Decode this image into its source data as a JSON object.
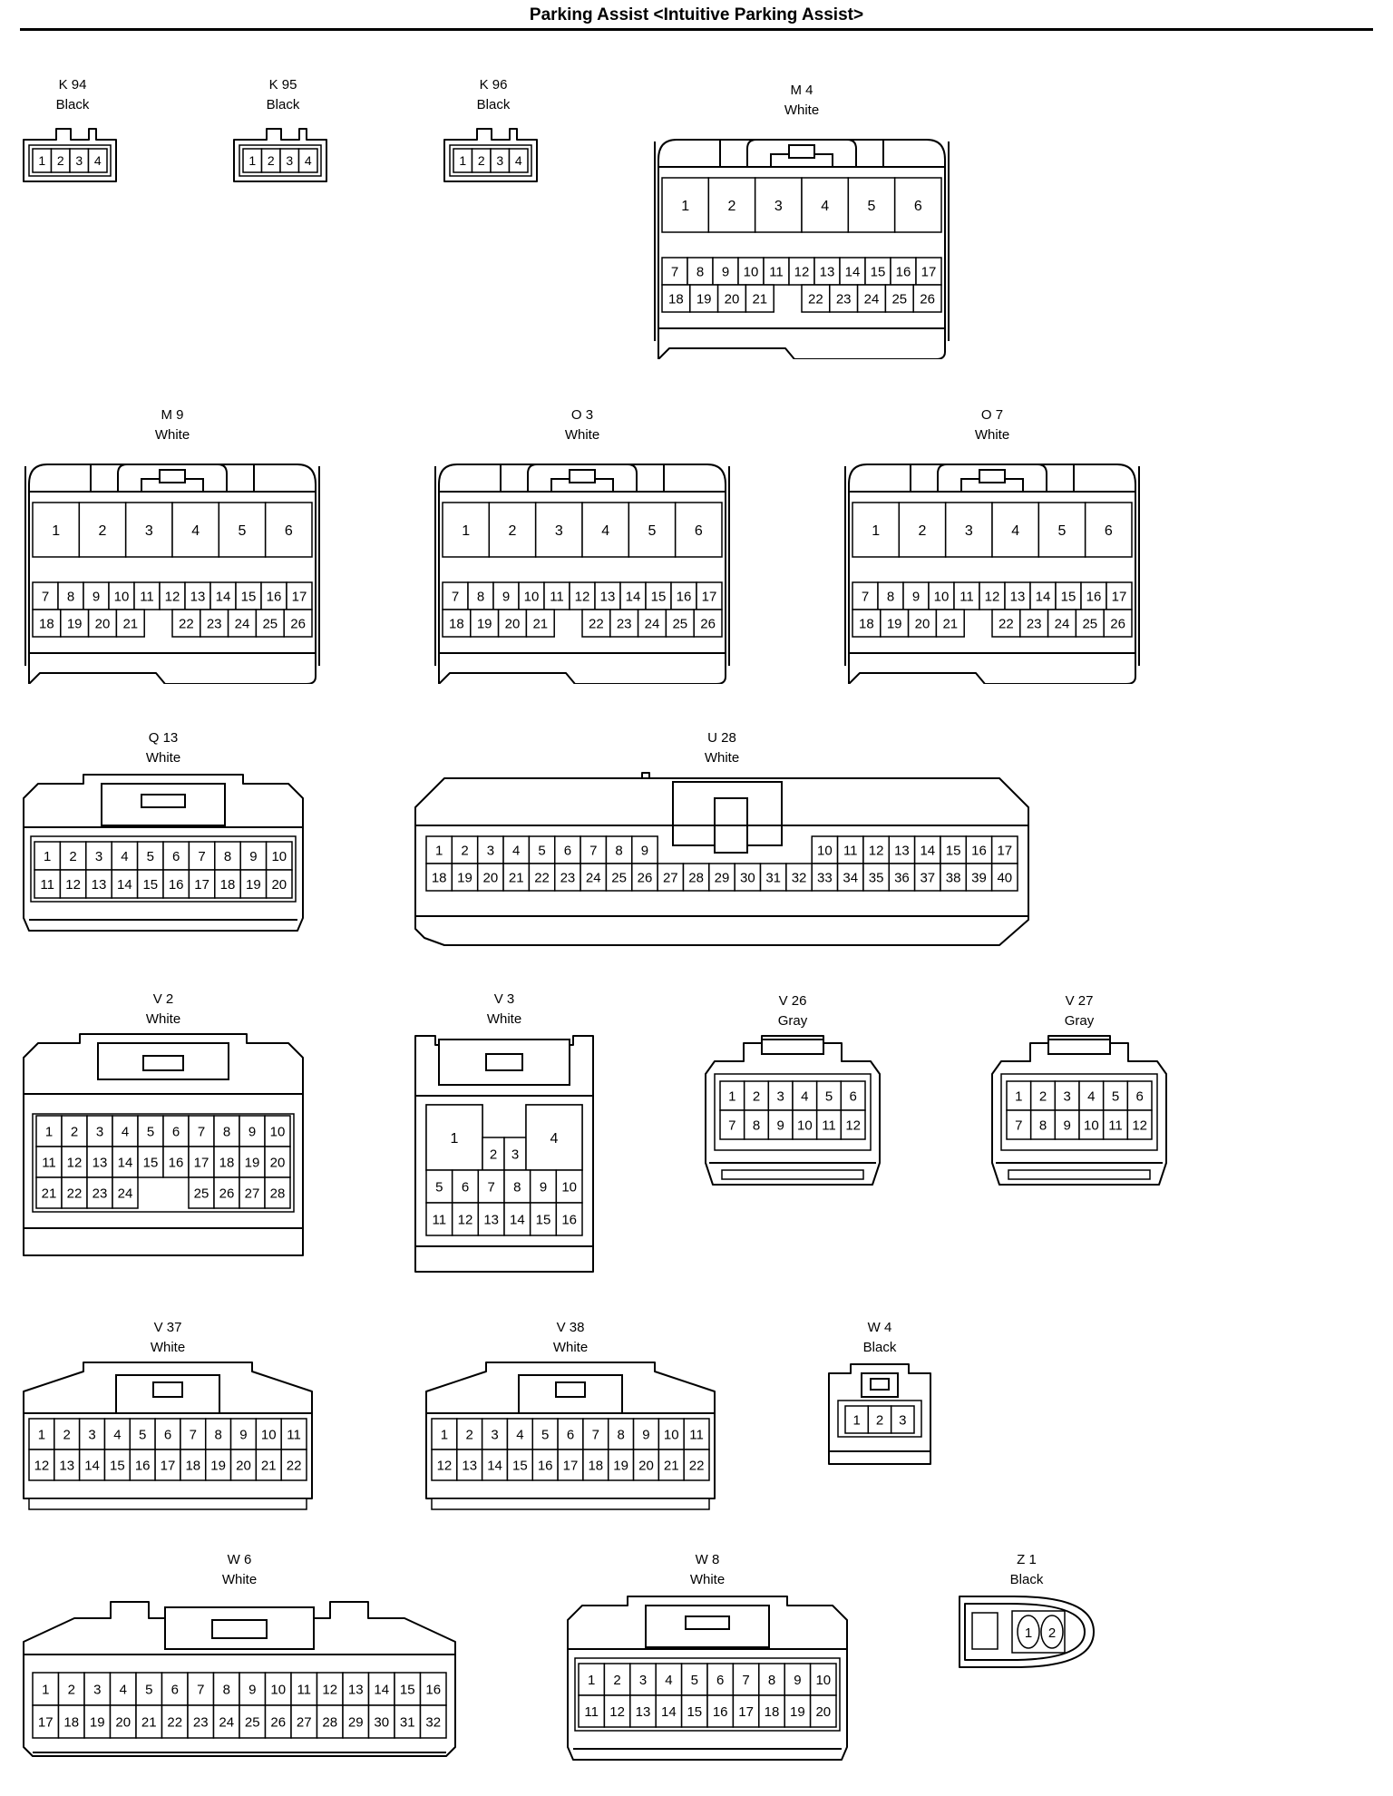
{
  "title": "Parking Assist <Intuitive Parking Assist>",
  "connectors": [
    {
      "id": "K 94",
      "color": "Black",
      "style": "small",
      "rows": [
        [
          1,
          2,
          3,
          4
        ]
      ]
    },
    {
      "id": "K 95",
      "color": "Black",
      "style": "small",
      "rows": [
        [
          1,
          2,
          3,
          4
        ]
      ]
    },
    {
      "id": "K 96",
      "color": "Black",
      "style": "small",
      "rows": [
        [
          1,
          2,
          3,
          4
        ]
      ]
    },
    {
      "id": "M 4",
      "color": "White",
      "style": "big26",
      "rows": [
        [
          1,
          2,
          3,
          4,
          5,
          6
        ],
        [
          7,
          8,
          9,
          10,
          11,
          12,
          13,
          14,
          15,
          16,
          17
        ],
        [
          18,
          19,
          20,
          21,
          null,
          22,
          23,
          24,
          25,
          26
        ]
      ]
    },
    {
      "id": "M 9",
      "color": "White",
      "style": "big26",
      "rows": [
        [
          1,
          2,
          3,
          4,
          5,
          6
        ],
        [
          7,
          8,
          9,
          10,
          11,
          12,
          13,
          14,
          15,
          16,
          17
        ],
        [
          18,
          19,
          20,
          21,
          null,
          22,
          23,
          24,
          25,
          26
        ]
      ]
    },
    {
      "id": "O 3",
      "color": "White",
      "style": "big26",
      "rows": [
        [
          1,
          2,
          3,
          4,
          5,
          6
        ],
        [
          7,
          8,
          9,
          10,
          11,
          12,
          13,
          14,
          15,
          16,
          17
        ],
        [
          18,
          19,
          20,
          21,
          null,
          22,
          23,
          24,
          25,
          26
        ]
      ]
    },
    {
      "id": "O 7",
      "color": "White",
      "style": "big26",
      "rows": [
        [
          1,
          2,
          3,
          4,
          5,
          6
        ],
        [
          7,
          8,
          9,
          10,
          11,
          12,
          13,
          14,
          15,
          16,
          17
        ],
        [
          18,
          19,
          20,
          21,
          null,
          22,
          23,
          24,
          25,
          26
        ]
      ]
    },
    {
      "id": "Q 13",
      "color": "White",
      "style": "wide",
      "rows": [
        [
          1,
          2,
          3,
          4,
          5,
          6,
          7,
          8,
          9,
          10
        ],
        [
          11,
          12,
          13,
          14,
          15,
          16,
          17,
          18,
          19,
          20
        ]
      ]
    },
    {
      "id": "U 28",
      "color": "White",
      "style": "u28",
      "rows": [
        [
          1,
          2,
          3,
          4,
          5,
          6,
          7,
          8,
          9,
          null,
          null,
          null,
          null,
          null,
          null,
          10,
          11,
          12,
          13,
          14,
          15,
          16,
          17
        ],
        [
          18,
          19,
          20,
          21,
          22,
          23,
          24,
          25,
          26,
          27,
          28,
          29,
          30,
          31,
          32,
          33,
          34,
          35,
          36,
          37,
          38,
          39,
          40
        ]
      ]
    },
    {
      "id": "V 2",
      "color": "White",
      "style": "v2",
      "rows": [
        [
          1,
          2,
          3,
          4,
          5,
          6,
          7,
          8,
          9,
          10
        ],
        [
          11,
          12,
          13,
          14,
          15,
          16,
          17,
          18,
          19,
          20
        ],
        [
          21,
          22,
          23,
          24,
          null,
          null,
          25,
          26,
          27,
          28
        ]
      ]
    },
    {
      "id": "V 3",
      "color": "White",
      "style": "v3",
      "rows": [
        [
          1,
          2,
          3,
          4
        ],
        [
          5,
          6,
          7,
          8,
          9,
          10
        ],
        [
          11,
          12,
          13,
          14,
          15,
          16
        ]
      ]
    },
    {
      "id": "V 26",
      "color": "Gray",
      "style": "gray12",
      "rows": [
        [
          1,
          2,
          3,
          4,
          5,
          6
        ],
        [
          7,
          8,
          9,
          10,
          11,
          12
        ]
      ]
    },
    {
      "id": "V 27",
      "color": "Gray",
      "style": "gray12",
      "rows": [
        [
          1,
          2,
          3,
          4,
          5,
          6
        ],
        [
          7,
          8,
          9,
          10,
          11,
          12
        ]
      ]
    },
    {
      "id": "V 37",
      "color": "White",
      "style": "wide22",
      "rows": [
        [
          1,
          2,
          3,
          4,
          5,
          6,
          7,
          8,
          9,
          10,
          11
        ],
        [
          12,
          13,
          14,
          15,
          16,
          17,
          18,
          19,
          20,
          21,
          22
        ]
      ]
    },
    {
      "id": "V 38",
      "color": "White",
      "style": "wide22",
      "rows": [
        [
          1,
          2,
          3,
          4,
          5,
          6,
          7,
          8,
          9,
          10,
          11
        ],
        [
          12,
          13,
          14,
          15,
          16,
          17,
          18,
          19,
          20,
          21,
          22
        ]
      ]
    },
    {
      "id": "W 4",
      "color": "Black",
      "style": "w4",
      "rows": [
        [
          1,
          2,
          3
        ]
      ]
    },
    {
      "id": "W 6",
      "color": "White",
      "style": "w6",
      "rows": [
        [
          1,
          2,
          3,
          4,
          5,
          6,
          7,
          8,
          9,
          10,
          11,
          12,
          13,
          14,
          15,
          16
        ],
        [
          17,
          18,
          19,
          20,
          21,
          22,
          23,
          24,
          25,
          26,
          27,
          28,
          29,
          30,
          31,
          32
        ]
      ]
    },
    {
      "id": "W 8",
      "color": "White",
      "style": "wide",
      "rows": [
        [
          1,
          2,
          3,
          4,
          5,
          6,
          7,
          8,
          9,
          10
        ],
        [
          11,
          12,
          13,
          14,
          15,
          16,
          17,
          18,
          19,
          20
        ]
      ]
    },
    {
      "id": "Z 1",
      "color": "Black",
      "style": "z1",
      "rows": [
        [
          1,
          2
        ]
      ]
    }
  ]
}
